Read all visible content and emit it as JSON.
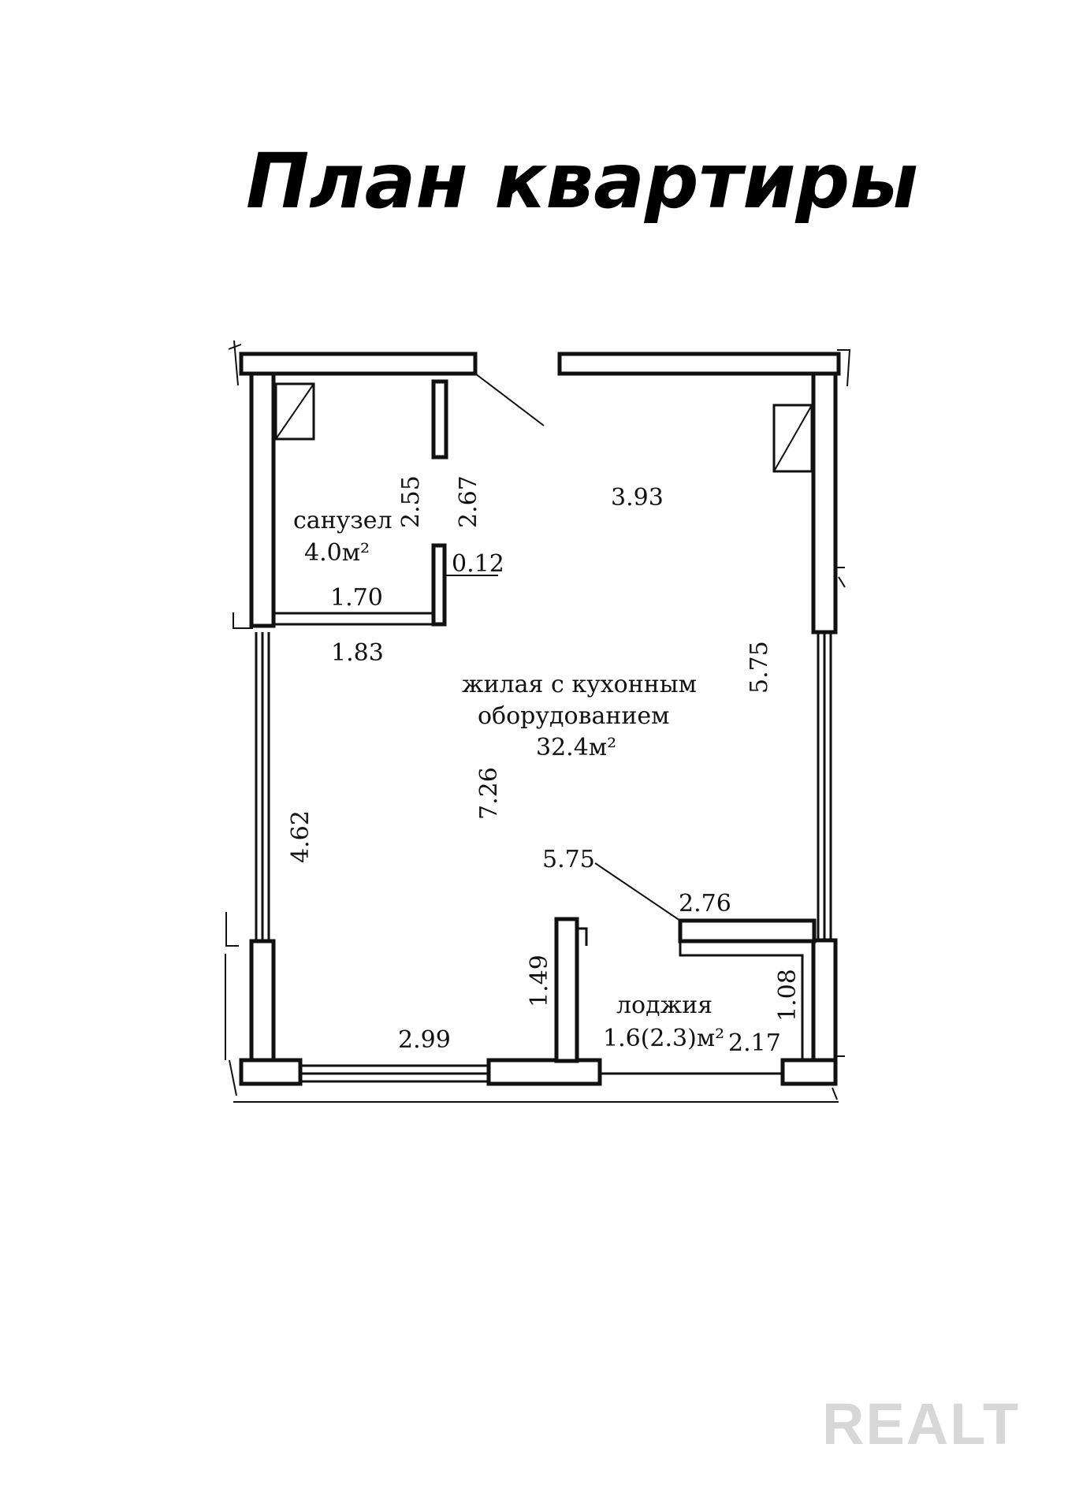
{
  "title": "План квартиры",
  "rooms": {
    "bathroom": {
      "name": "санузел",
      "area": "4.0м²"
    },
    "living": {
      "line1": "жилая с кухонным",
      "line2": "оборудованием",
      "area": "32.4м²"
    },
    "loggia": {
      "name": "лоджия",
      "area": "1.6(2.3)м²"
    }
  },
  "dimensions": {
    "bath_height_inner": "2.55",
    "bath_height_outer": "2.67",
    "top_width": "3.93",
    "partition": "0.12",
    "bath_width_inner": "1.70",
    "bath_width_outer": "1.83",
    "right_height": "5.75",
    "center_height": "7.26",
    "left_height": "4.62",
    "diag_width": "5.75",
    "step_width": "2.76",
    "loggia_depth": "1.49",
    "loggia_right_depth": "1.08",
    "bottom_width": "2.99",
    "loggia_width": "2.17"
  },
  "watermark": "REALT"
}
